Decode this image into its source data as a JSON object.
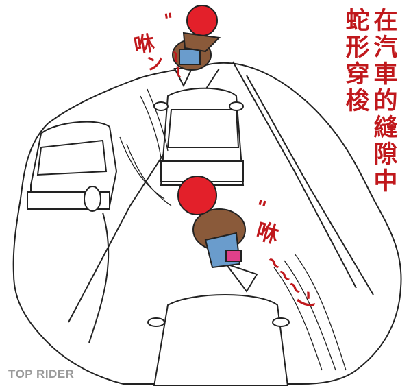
{
  "caption": {
    "column_right": [
      "在",
      "汽",
      "車",
      "的",
      "縫",
      "隙",
      "中"
    ],
    "column_left": [
      "蛇",
      "形",
      "穿",
      "梭"
    ]
  },
  "sound_effects": {
    "top": {
      "quote": "\"",
      "char": "咻",
      "tail": "~~ン"
    },
    "bottom": {
      "quote": "\"",
      "char": "咻",
      "tail": "~~~ン"
    }
  },
  "watermark": "TOP RIDER",
  "colors": {
    "caption": "#c0181c",
    "helmet": "#e3202a",
    "rider": "#8a5a3a",
    "jeans": "#6a9ccc",
    "line": "#222222"
  }
}
